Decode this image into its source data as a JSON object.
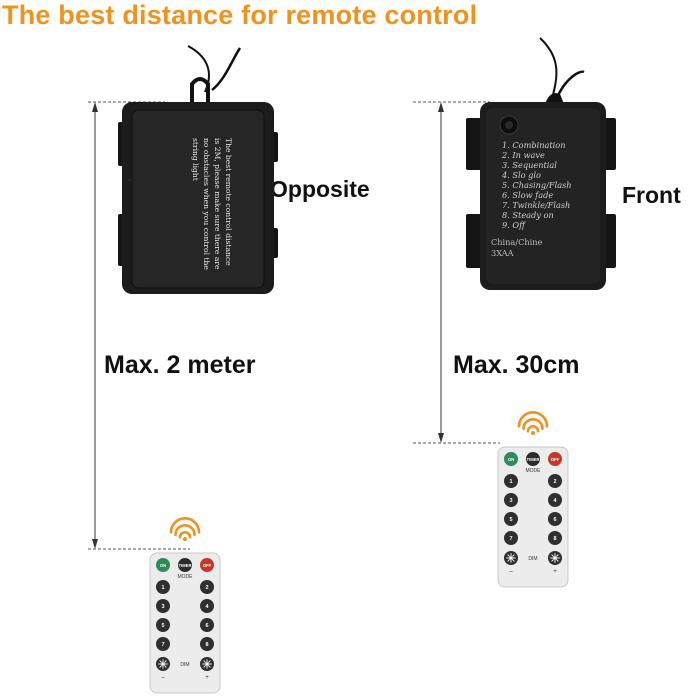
{
  "title": "The best distance for remote control",
  "left": {
    "side_label": "Opposite",
    "distance_label": "Max. 2 meter",
    "box_note_lines": [
      "The best remote control distance",
      "is 2M, please make sure there are",
      "no obstacles when you control the",
      "string light"
    ]
  },
  "right": {
    "side_label": "Front",
    "distance_label": "Max. 30cm",
    "modes": [
      "1. Combination",
      "2. In wave",
      "3. Sequential",
      "4. Slo glo",
      "5. Chasing/Flash",
      "6. Slow fade",
      "7. Twinkle/Flash",
      "8. Steady on",
      "9. Off"
    ],
    "origin": "China/Chine",
    "battery": "3XAA"
  },
  "remote": {
    "on_label": "ON",
    "timer_label": "TIMER",
    "off_label": "OFF",
    "mode_label": "MODE",
    "dim_label": "DIM",
    "minus_label": "–",
    "plus_label": "+",
    "number_keys": [
      "1",
      "2",
      "3",
      "4",
      "5",
      "6",
      "7",
      "8"
    ]
  },
  "colors": {
    "title": "#f0921e",
    "wifi_icon": "#f0921e",
    "on_button": "#2e8b57",
    "off_button": "#c0392b",
    "box": "#1c1c1c"
  }
}
